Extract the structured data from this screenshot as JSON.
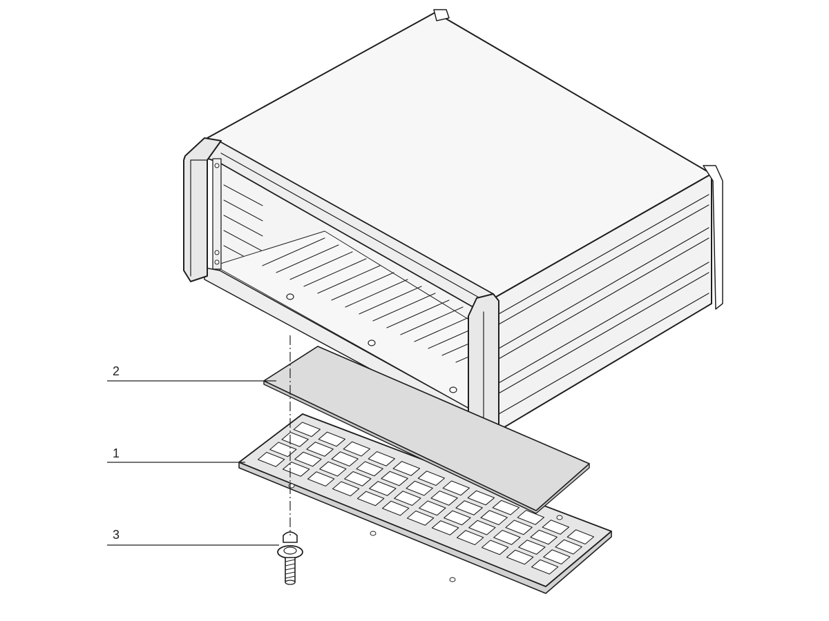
{
  "figure": {
    "callouts": [
      {
        "id": "2",
        "label": "2"
      },
      {
        "id": "1",
        "label": "1"
      },
      {
        "id": "3",
        "label": "3"
      }
    ]
  },
  "colors": {
    "line": "#1e1e1e",
    "body_fill": "#f7f7f7",
    "face_fill": "#eeeeee",
    "plate_fill": "#dcdcdc",
    "frame_fill": "#e6e6e6",
    "white": "#ffffff"
  }
}
